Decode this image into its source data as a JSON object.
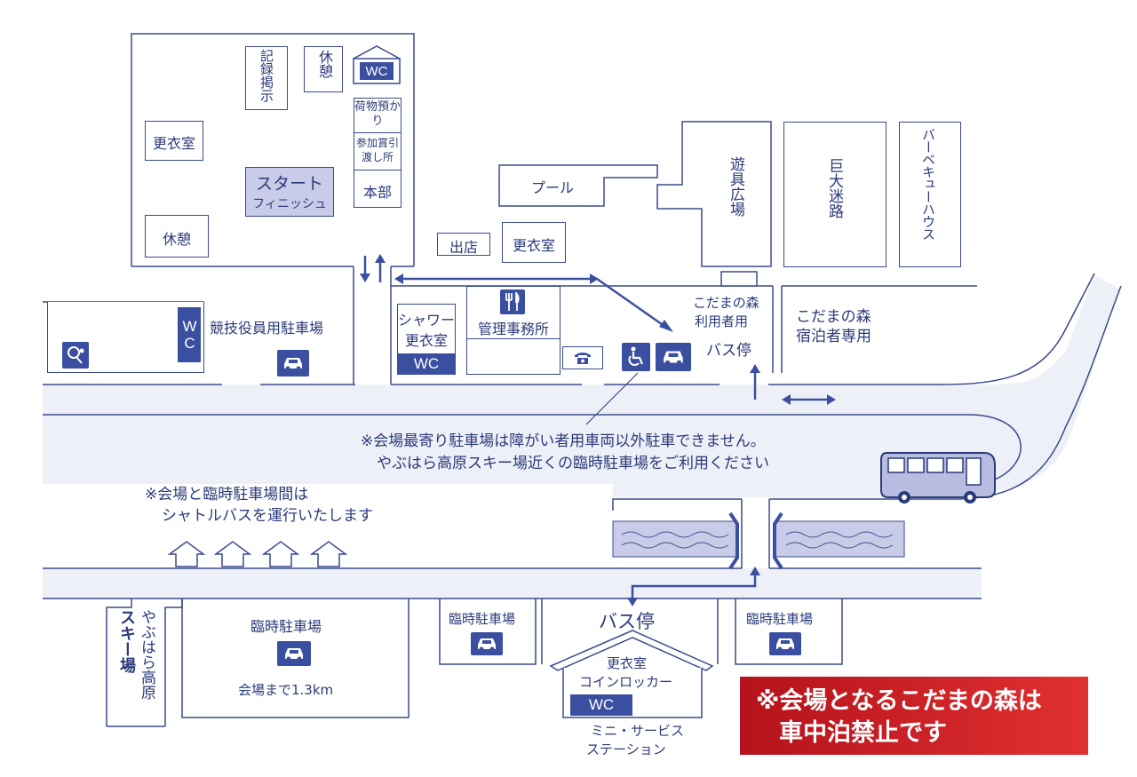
{
  "labels": {
    "kiroku": "記録掲示",
    "kyukei_top": "休憩",
    "wc": "WC",
    "nimotsu": "荷物預かり",
    "sankashou": "参加賞引渡し所",
    "honbu": "本部",
    "koishitsu": "更衣室",
    "start": "スタート",
    "finish": "フィニッシュ",
    "kyukei": "休憩",
    "pool": "プール",
    "demise": "出店",
    "koishitsu2": "更衣室",
    "yugu": "遊具広場",
    "meiro": "巨大迷路",
    "bbq": "バーベキューハウス",
    "kyogi_parking": "競技役員用駐車場",
    "wc_side": "WC",
    "shower": "シャワー",
    "shower2": "更衣室",
    "kanri": "管理事務所",
    "kodama_user1": "こだまの森",
    "kodama_user2": "利用者用",
    "busstop_kodama": "バス停",
    "kodama_guest1": "こだまの森",
    "kodama_guest2": "宿泊者専用",
    "notice1": "※会場最寄り駐車場は障がい者用車両以外駐車できません。",
    "notice2": "やぶはら高原スキー場近くの臨時駐車場をご利用ください",
    "shuttle1": "※会場と臨時駐車場間は",
    "shuttle2": "シャトルバスを運行いたします",
    "ski1": "スキー場",
    "ski2": "やぶはら高原",
    "rinji_main": "臨時駐車場",
    "distance": "会場まで1.3km",
    "rinji_mid": "臨時駐車場",
    "bus_stop_main": "バス停",
    "lodge1": "更衣室",
    "lodge2": "コインロッカー",
    "mini1": "ミニ・サービス",
    "mini2": "ステーション",
    "rinji_right": "臨時駐車場"
  },
  "banner": {
    "line1": "※会場となるこだまの森は",
    "line2": "車中泊禁止です"
  },
  "colors": {
    "line": "#3a4a8c",
    "road": "#eef0f7",
    "accent": "#3b4fa1",
    "start_bg": "#c9cce8",
    "warning": "#d42a2a"
  },
  "icons": [
    "car-icon",
    "wheelchair-icon",
    "phone-icon",
    "restaurant-icon",
    "tennis-icon",
    "bus-icon",
    "house-icon",
    "river-icon"
  ]
}
